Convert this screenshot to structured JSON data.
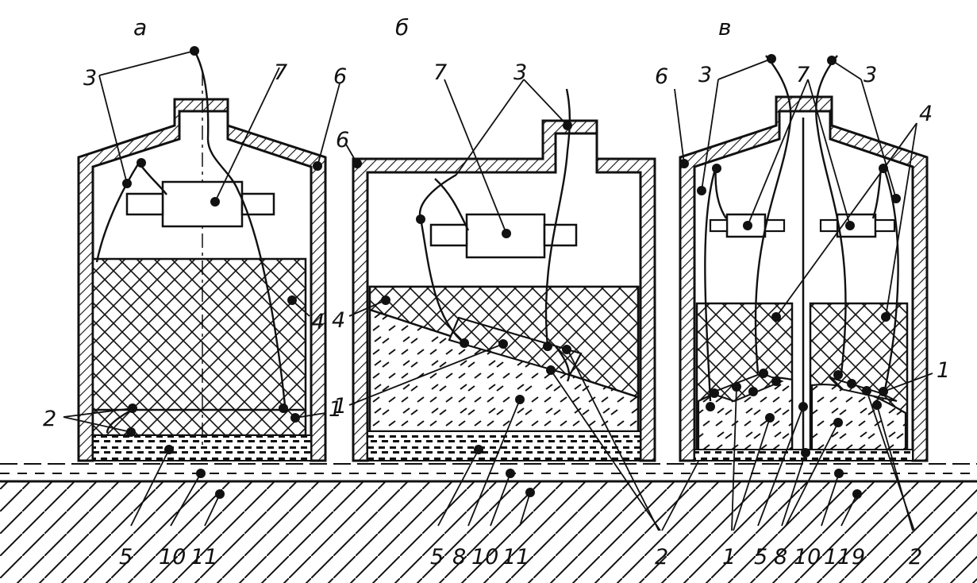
{
  "panels": {
    "a": {
      "title": "а",
      "bottom_labels": [
        "5",
        "10",
        "11"
      ]
    },
    "b": {
      "title": "б",
      "bottom_labels": [
        "5",
        "8",
        "10",
        "11"
      ]
    },
    "c": {
      "title": "в",
      "bottom_labels": [
        "1",
        "5",
        "8",
        "10",
        "11",
        "9",
        "2"
      ]
    }
  },
  "callouts": {
    "a": {
      "n3": "3",
      "n7": "7",
      "n6": "6",
      "n4": "4",
      "n2": "2",
      "n1": "1"
    },
    "b": {
      "n7": "7",
      "n3": "3",
      "n6": "6",
      "n4": "4",
      "n1": "1"
    },
    "c": {
      "n6": "6",
      "n3l": "3",
      "n7": "7",
      "n3r": "3",
      "n4": "4",
      "n1": "1"
    },
    "shared2": "2"
  },
  "colors": {
    "ink": "#111111",
    "background": "#ffffff"
  }
}
